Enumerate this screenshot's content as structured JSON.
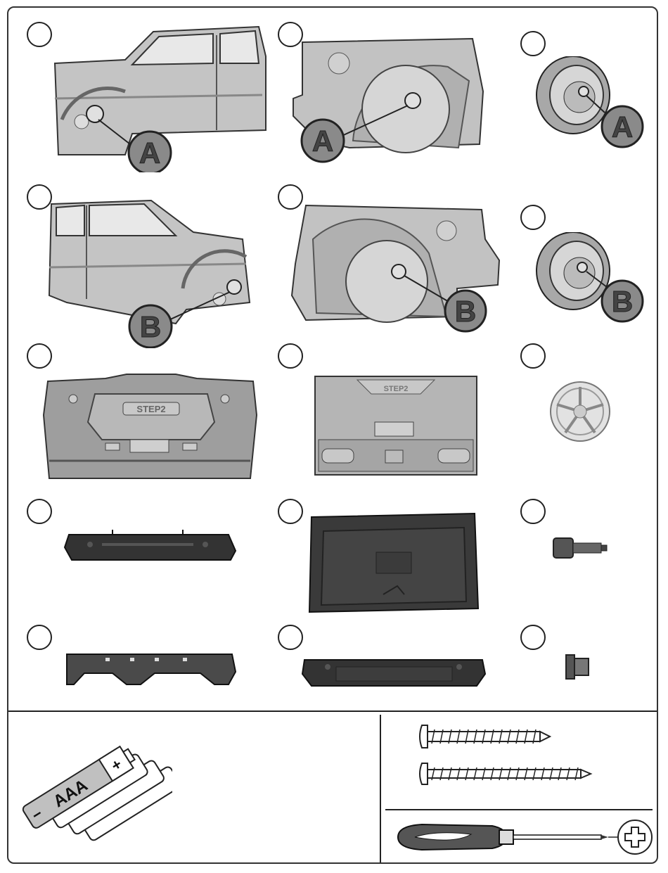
{
  "callouts": {
    "a": "A",
    "b": "B"
  },
  "grille_text": "STEP2",
  "tailgate_text": "STEP2",
  "battery": {
    "label": "AAA",
    "plus": "+",
    "minus": "−"
  },
  "palette": {
    "light_part": "#bdbdbd",
    "dark_part": "#3a3a3a",
    "callout_fill": "#8a8a8a",
    "outline": "#222222"
  },
  "icons": [
    "phillips-screwdriver-icon",
    "phillips-head-icon",
    "aaa-battery-icon",
    "long-screw-icon"
  ]
}
